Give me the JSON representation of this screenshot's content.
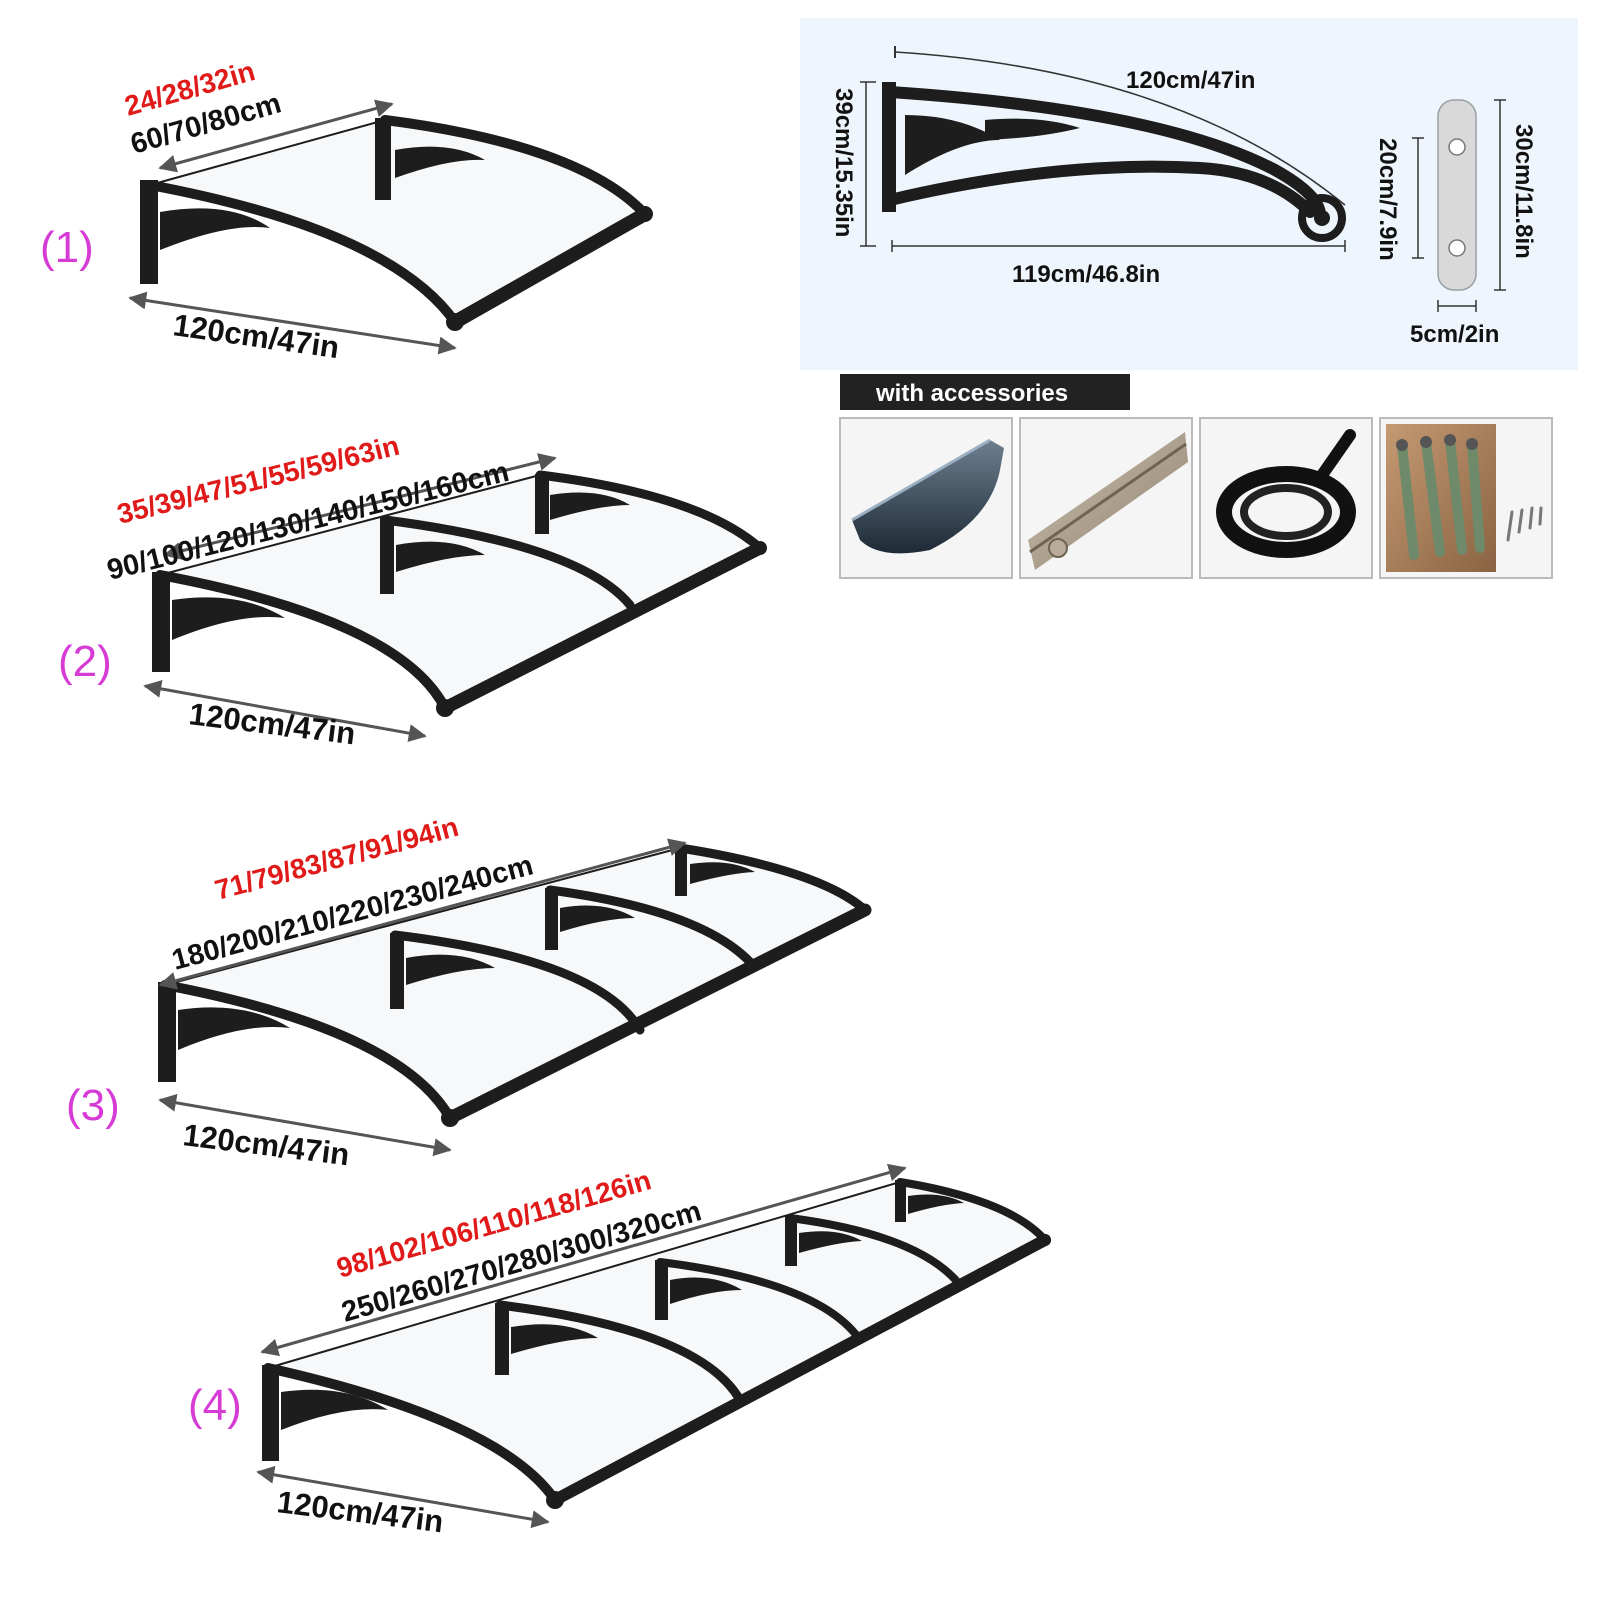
{
  "variants": [
    {
      "number": "(1)",
      "width_in": "24/28/32in",
      "width_cm": "60/70/80cm",
      "depth": "120cm/47in",
      "brackets": 2
    },
    {
      "number": "(2)",
      "width_in": "35/39/47/51/55/59/63in",
      "width_cm": "90/100/120/130/140/150/160cm",
      "depth": "120cm/47in",
      "brackets": 3
    },
    {
      "number": "(3)",
      "width_in": "71/79/83/87/91/94in",
      "width_cm": "180/200/210/220/230/240cm",
      "depth": "120cm/47in",
      "brackets": 4
    },
    {
      "number": "(4)",
      "width_in": "98/102/106/110/118/126in",
      "width_cm": "250/260/270/280/300/320cm",
      "depth": "120cm/47in",
      "brackets": 5
    }
  ],
  "bracket_spec": {
    "arc_length": "120cm/47in",
    "height": "39cm/15.35in",
    "depth": "119cm/46.8in",
    "plate_hole_spacing": "20cm/7.9in",
    "plate_height": "30cm/11.8in",
    "plate_width": "5cm/2in"
  },
  "accessories": {
    "label": "with accessories",
    "items": [
      "gutter-channel",
      "aluminium-rail",
      "rubber-seal-strip",
      "expansion-bolts-and-screws"
    ]
  },
  "colors": {
    "red_text": "#e01919",
    "number_magenta": "#d63bd6",
    "spec_panel_bg": "#eef5fc",
    "frame": "#1d1d1d"
  }
}
